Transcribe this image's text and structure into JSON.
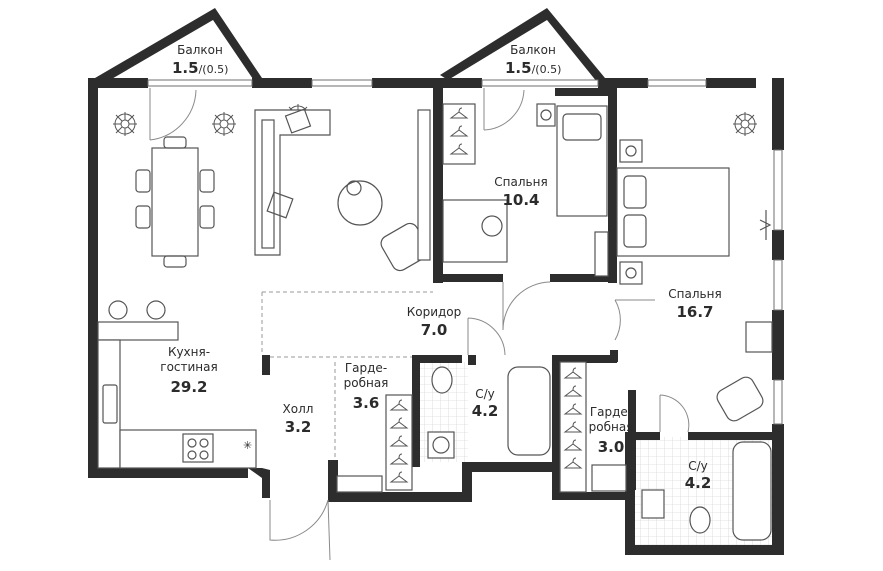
{
  "rooms": {
    "balcony_left": {
      "name": "Балкон",
      "area": "1.5",
      "extra": "/(0.5)"
    },
    "balcony_right": {
      "name": "Балкон",
      "area": "1.5",
      "extra": "/(0.5)"
    },
    "bedroom_small": {
      "name": "Спальня",
      "area": "10.4"
    },
    "bedroom_large": {
      "name": "Спальня",
      "area": "16.7"
    },
    "corridor": {
      "name": "Коридор",
      "area": "7.0"
    },
    "kitchen": {
      "name_line1": "Кухня-",
      "name_line2": "гостиная",
      "area": "29.2"
    },
    "hall": {
      "name": "Холл",
      "area": "3.2"
    },
    "wardrobe_left": {
      "name_line1": "Гарде-",
      "name_line2": "робная",
      "area": "3.6"
    },
    "bath_top": {
      "name": "С/у",
      "area": "4.2"
    },
    "wardrobe_right": {
      "name_line1": "Гарде-",
      "name_line2": "робная",
      "area": "3.0"
    },
    "bath_bottom": {
      "name": "С/у",
      "area": "4.2"
    }
  },
  "colors": {
    "wall": "#2d2d2d",
    "text": "#2b2b2b",
    "furniture": "#555555"
  }
}
